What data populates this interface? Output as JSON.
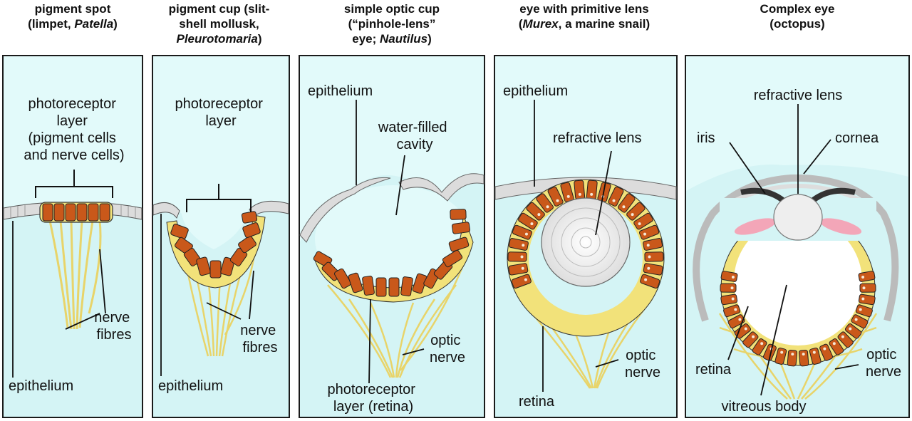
{
  "panels": [
    {
      "id": "pigment-spot",
      "title": [
        "pigment spot",
        "(limpet, ",
        "Patella",
        ")"
      ],
      "labels": {
        "photoreceptor": [
          "photoreceptor",
          "layer",
          "(pigment cells",
          "and nerve cells)"
        ],
        "nerve": [
          "nerve",
          "fibres"
        ],
        "epithelium": "epithelium"
      }
    },
    {
      "id": "pigment-cup",
      "title": [
        "pigment cup (slit-",
        "shell mollusk,",
        "Pleurotomaria",
        ")"
      ],
      "labels": {
        "photoreceptor": [
          "photoreceptor",
          "layer"
        ],
        "nerve": [
          "nerve",
          "fibres"
        ],
        "epithelium": "epithelium"
      }
    },
    {
      "id": "optic-cup",
      "title": [
        "simple optic cup",
        "(“pinhole-lens”",
        "eye; ",
        "Nautilus",
        ")"
      ],
      "labels": {
        "epithelium": "epithelium",
        "cavity": [
          "water-filled",
          "cavity"
        ],
        "optic": [
          "optic",
          "nerve"
        ],
        "photoreceptor": [
          "photoreceptor",
          "layer (retina)"
        ]
      }
    },
    {
      "id": "primitive-lens",
      "title": [
        "eye with primitive lens",
        "Murex",
        ", a marine snail)"
      ],
      "labels": {
        "epithelium": "epithelium",
        "lens": "refractive lens",
        "optic": [
          "optic",
          "nerve"
        ],
        "retina": "retina"
      }
    },
    {
      "id": "complex-eye",
      "title": [
        "Complex eye",
        "(octopus)"
      ],
      "labels": {
        "lens": "refractive lens",
        "iris": "iris",
        "cornea": "cornea",
        "retina": "retina",
        "optic": [
          "optic",
          "nerve"
        ],
        "vitreous": "vitreous body"
      }
    }
  ],
  "colors": {
    "water": "#d4f4f5",
    "border": "#1a1a1a",
    "epithelium": "#dcdcdc",
    "pigment": "#c9581a",
    "nerve": "#f2e27a",
    "lens": "#efefef",
    "muscle": "#f3a6b8"
  }
}
